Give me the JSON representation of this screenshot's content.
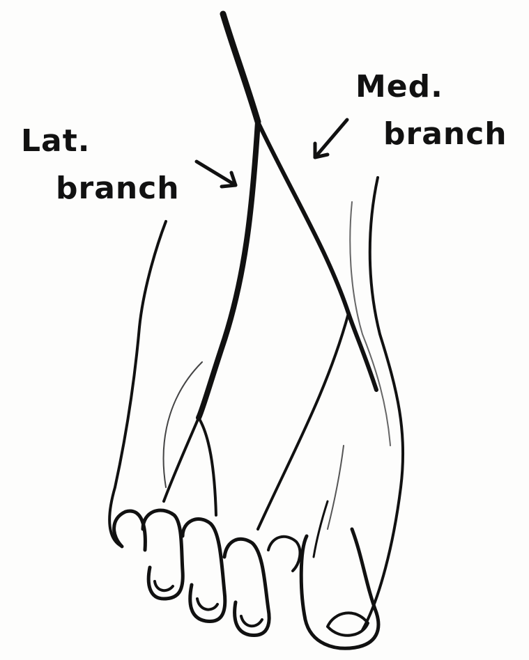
{
  "labels": {
    "lateral_line1": "Lat.",
    "lateral_line2": "branch",
    "medial_line1": "Med.",
    "medial_line2": "branch"
  },
  "colors": {
    "ink": "#111111",
    "paper": "#fdfdfc"
  }
}
